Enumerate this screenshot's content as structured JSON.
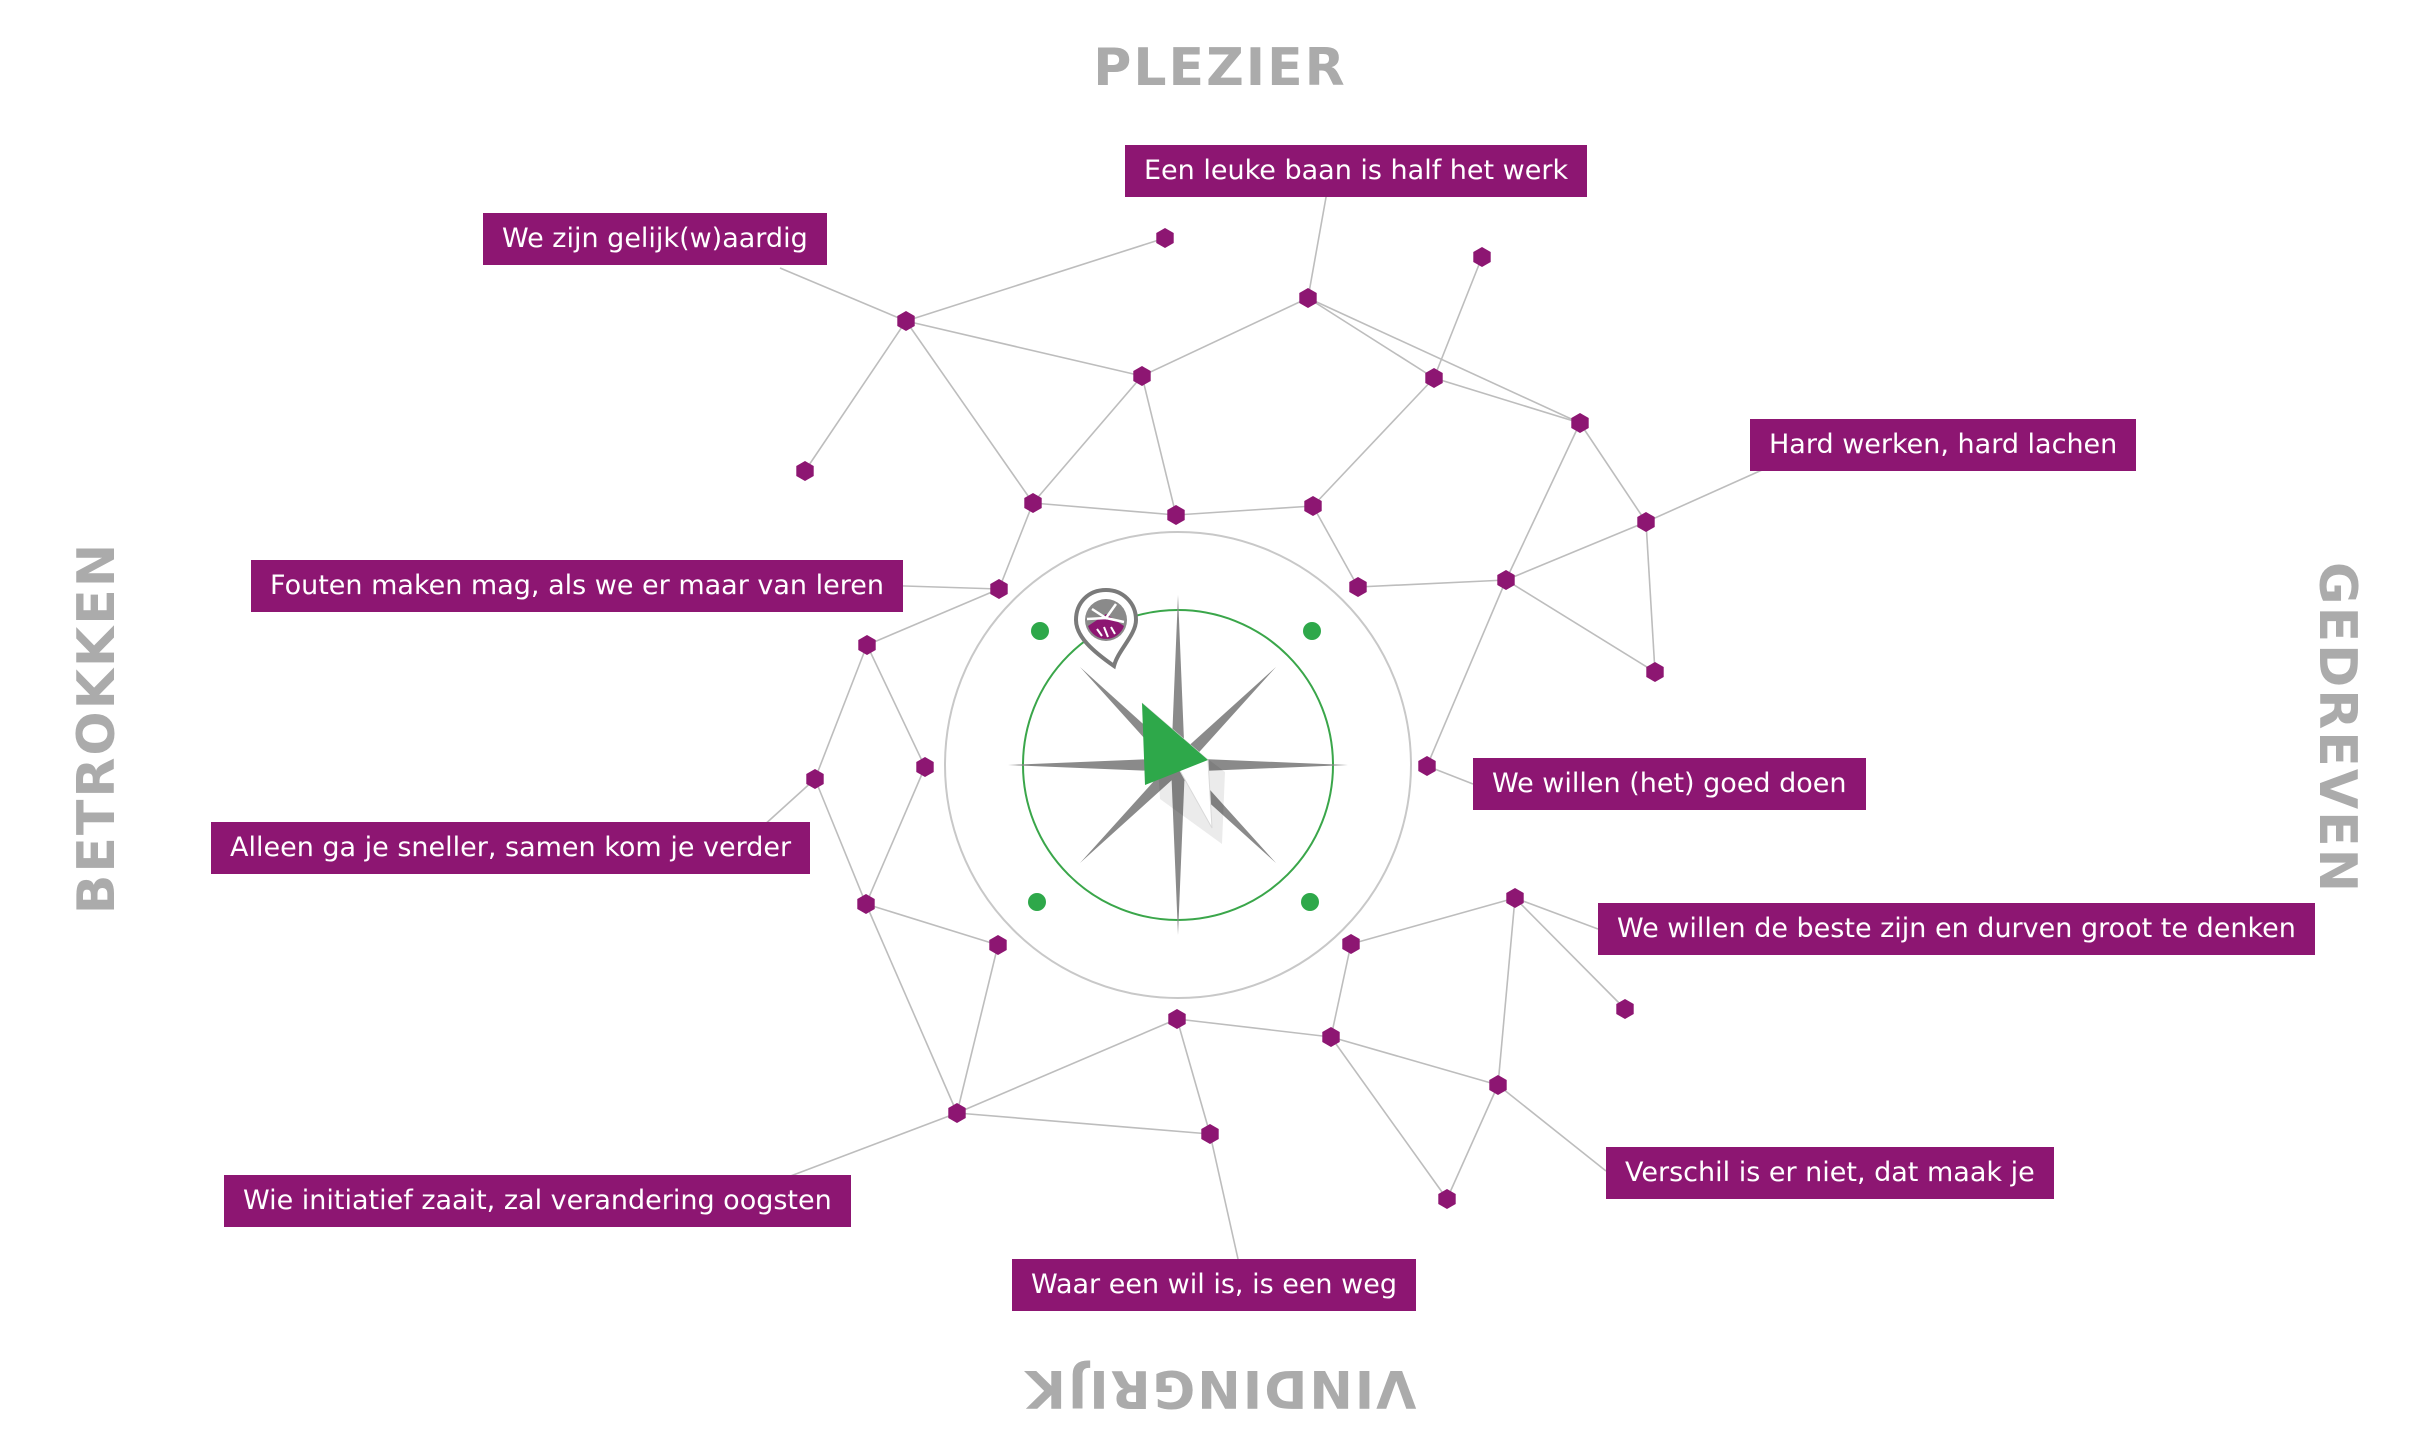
{
  "directions": {
    "top": "PLEZIER",
    "right": "GEDREVEN",
    "bottom": "VINDINGRIJK",
    "left": "BETROKKEN"
  },
  "values": [
    "Een leuke baan is half het werk",
    "We zijn gelijk(w)aardig",
    "Hard werken, hard lachen",
    "Fouten maken mag, als we er maar van leren",
    "We willen (het) goed doen",
    "Alleen ga je sneller, samen kom je verder",
    "We willen de beste zijn en durven groot te denken",
    "Verschil is er niet, dat maak je",
    "Wie initiatief zaait, zal verandering oogsten",
    "Waar een wil is, is een weg"
  ],
  "colors": {
    "label_bg": "#8d1672",
    "node": "#8d1672",
    "edge": "#bdbdbd",
    "direction_text": "#ababab",
    "compass_ring": "#c8c8c8",
    "compass_inner_ring": "#3aa64a",
    "compass_needle": "#2ea84a",
    "compass_star": "#8a8a8a"
  },
  "icons": {
    "compass": "compass-icon",
    "location_pin": "location-pin-icon"
  }
}
